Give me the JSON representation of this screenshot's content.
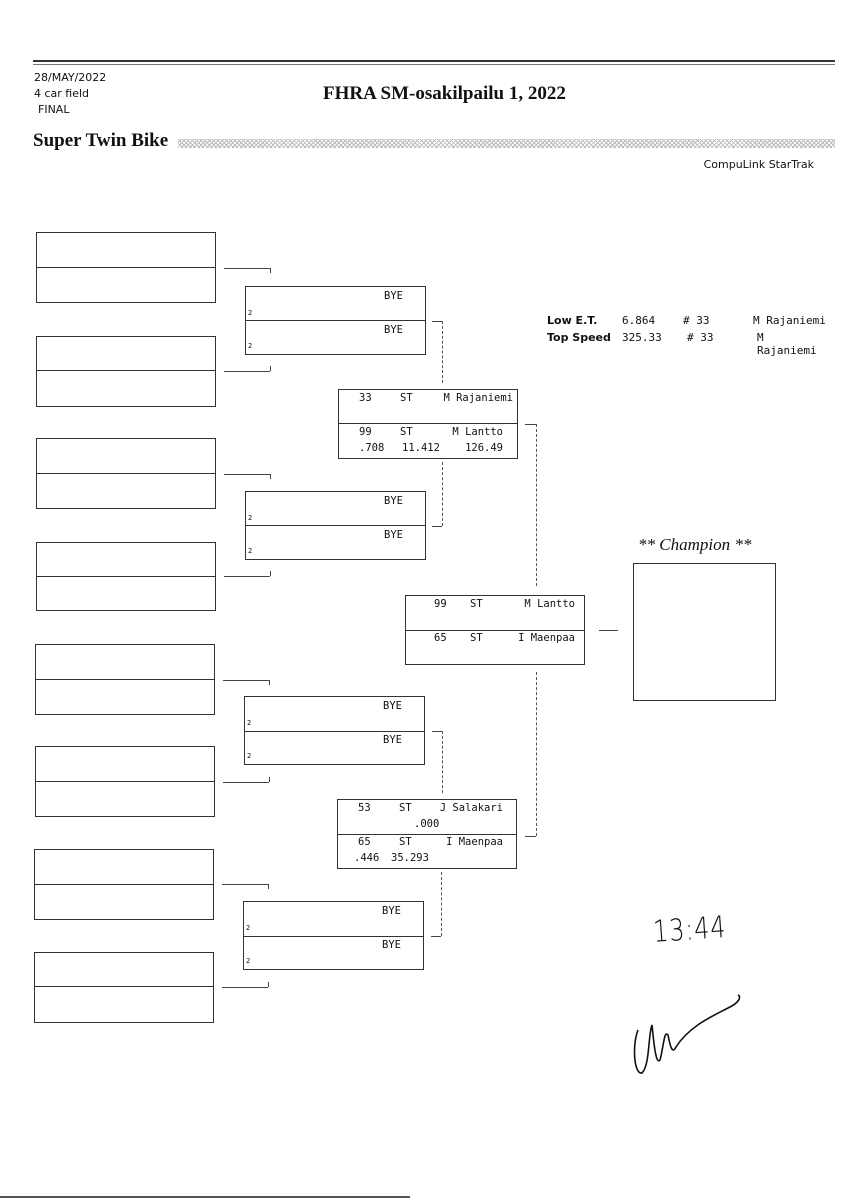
{
  "header": {
    "date": "28/MAY/2022",
    "field": "4 car field",
    "round": "FINAL",
    "title": "FHRA SM-osakilpailu 1, 2022",
    "class_name": "Super Twin Bike",
    "software": "CompuLink StarTrak"
  },
  "records": {
    "low_et": {
      "label": "Low  E.T.",
      "value": "6.864",
      "car": "# 33",
      "driver": "M Rajaniemi"
    },
    "top_speed": {
      "label": "Top Speed",
      "value": "325.33",
      "car": "# 33",
      "driver": "M Rajaniemi"
    }
  },
  "round2": [
    {
      "top": {
        "entry": "BYE",
        "seed": "2"
      },
      "bottom": {
        "entry": "BYE",
        "seed": "2"
      }
    },
    {
      "top": {
        "entry": "BYE",
        "seed": "2"
      },
      "bottom": {
        "entry": "BYE",
        "seed": "2"
      }
    },
    {
      "top": {
        "entry": "BYE",
        "seed": "2"
      },
      "bottom": {
        "entry": "BYE",
        "seed": "2"
      }
    },
    {
      "top": {
        "entry": "BYE",
        "seed": "2"
      },
      "bottom": {
        "entry": "BYE",
        "seed": "2"
      }
    }
  ],
  "semifinals": [
    {
      "top": {
        "car": "33",
        "class": "ST",
        "driver": "M Rajaniemi",
        "rt": "",
        "et": "",
        "speed": ""
      },
      "bottom": {
        "car": "99",
        "class": "ST",
        "driver": "M Lantto",
        "rt": ".708",
        "et": "11.412",
        "speed": "126.49"
      }
    },
    {
      "top": {
        "car": "53",
        "class": "ST",
        "driver": "J Salakari",
        "rt": ".000",
        "et": "",
        "speed": ""
      },
      "bottom": {
        "car": "65",
        "class": "ST",
        "driver": "I Maenpaa",
        "rt": ".446",
        "et": "35.293",
        "speed": ""
      }
    }
  ],
  "final": {
    "top": {
      "car": "99",
      "class": "ST",
      "driver": "M Lantto"
    },
    "bottom": {
      "car": "65",
      "class": "ST",
      "driver": "I Maenpaa"
    }
  },
  "champion": {
    "label": "** Champion **",
    "name": ""
  },
  "handwriting": {
    "time": "13:44",
    "signature": "signature"
  }
}
